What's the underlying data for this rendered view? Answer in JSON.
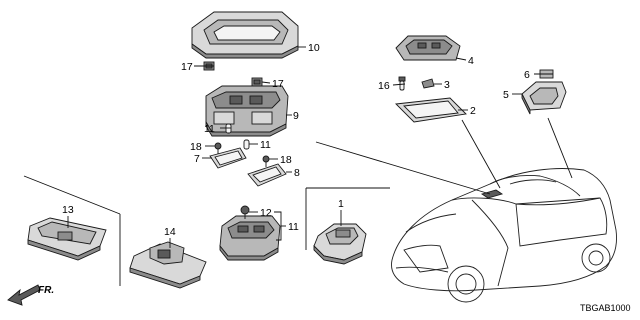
{
  "diagram": {
    "code": "TBGAB1000",
    "front_label": "FR.",
    "callouts": [
      "1",
      "2",
      "3",
      "4",
      "5",
      "6",
      "7",
      "8",
      "9",
      "10",
      "11",
      "11",
      "12",
      "13",
      "14",
      "15",
      "16",
      "17",
      "17",
      "18",
      "18"
    ]
  }
}
